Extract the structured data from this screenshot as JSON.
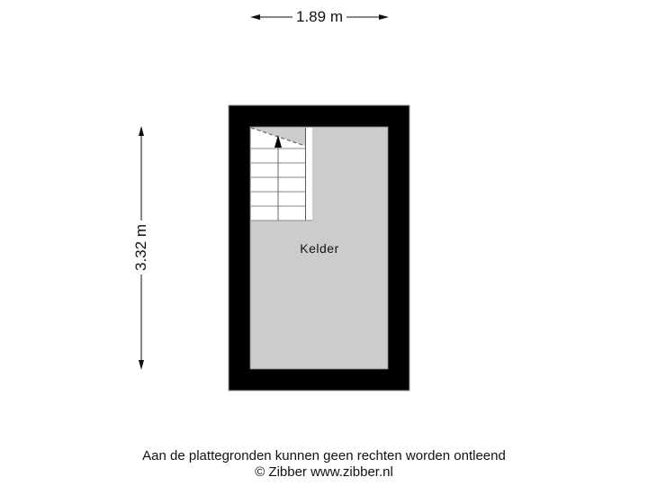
{
  "floorplan": {
    "dimensions": {
      "width_label": "1.89 m",
      "height_label": "3.32 m"
    },
    "rooms": [
      {
        "name": "Kelder"
      }
    ],
    "stairs": {
      "direction": "up",
      "tread_count": 6
    }
  },
  "footer": {
    "disclaimer": "Aan de plattegronden kunnen geen rechten worden ontleend",
    "copyright": "© Zibber www.zibber.nl"
  },
  "colors": {
    "wall": "#000000",
    "floor": "#cccccc",
    "stairs": "#ffffff",
    "lines": "#333333"
  }
}
